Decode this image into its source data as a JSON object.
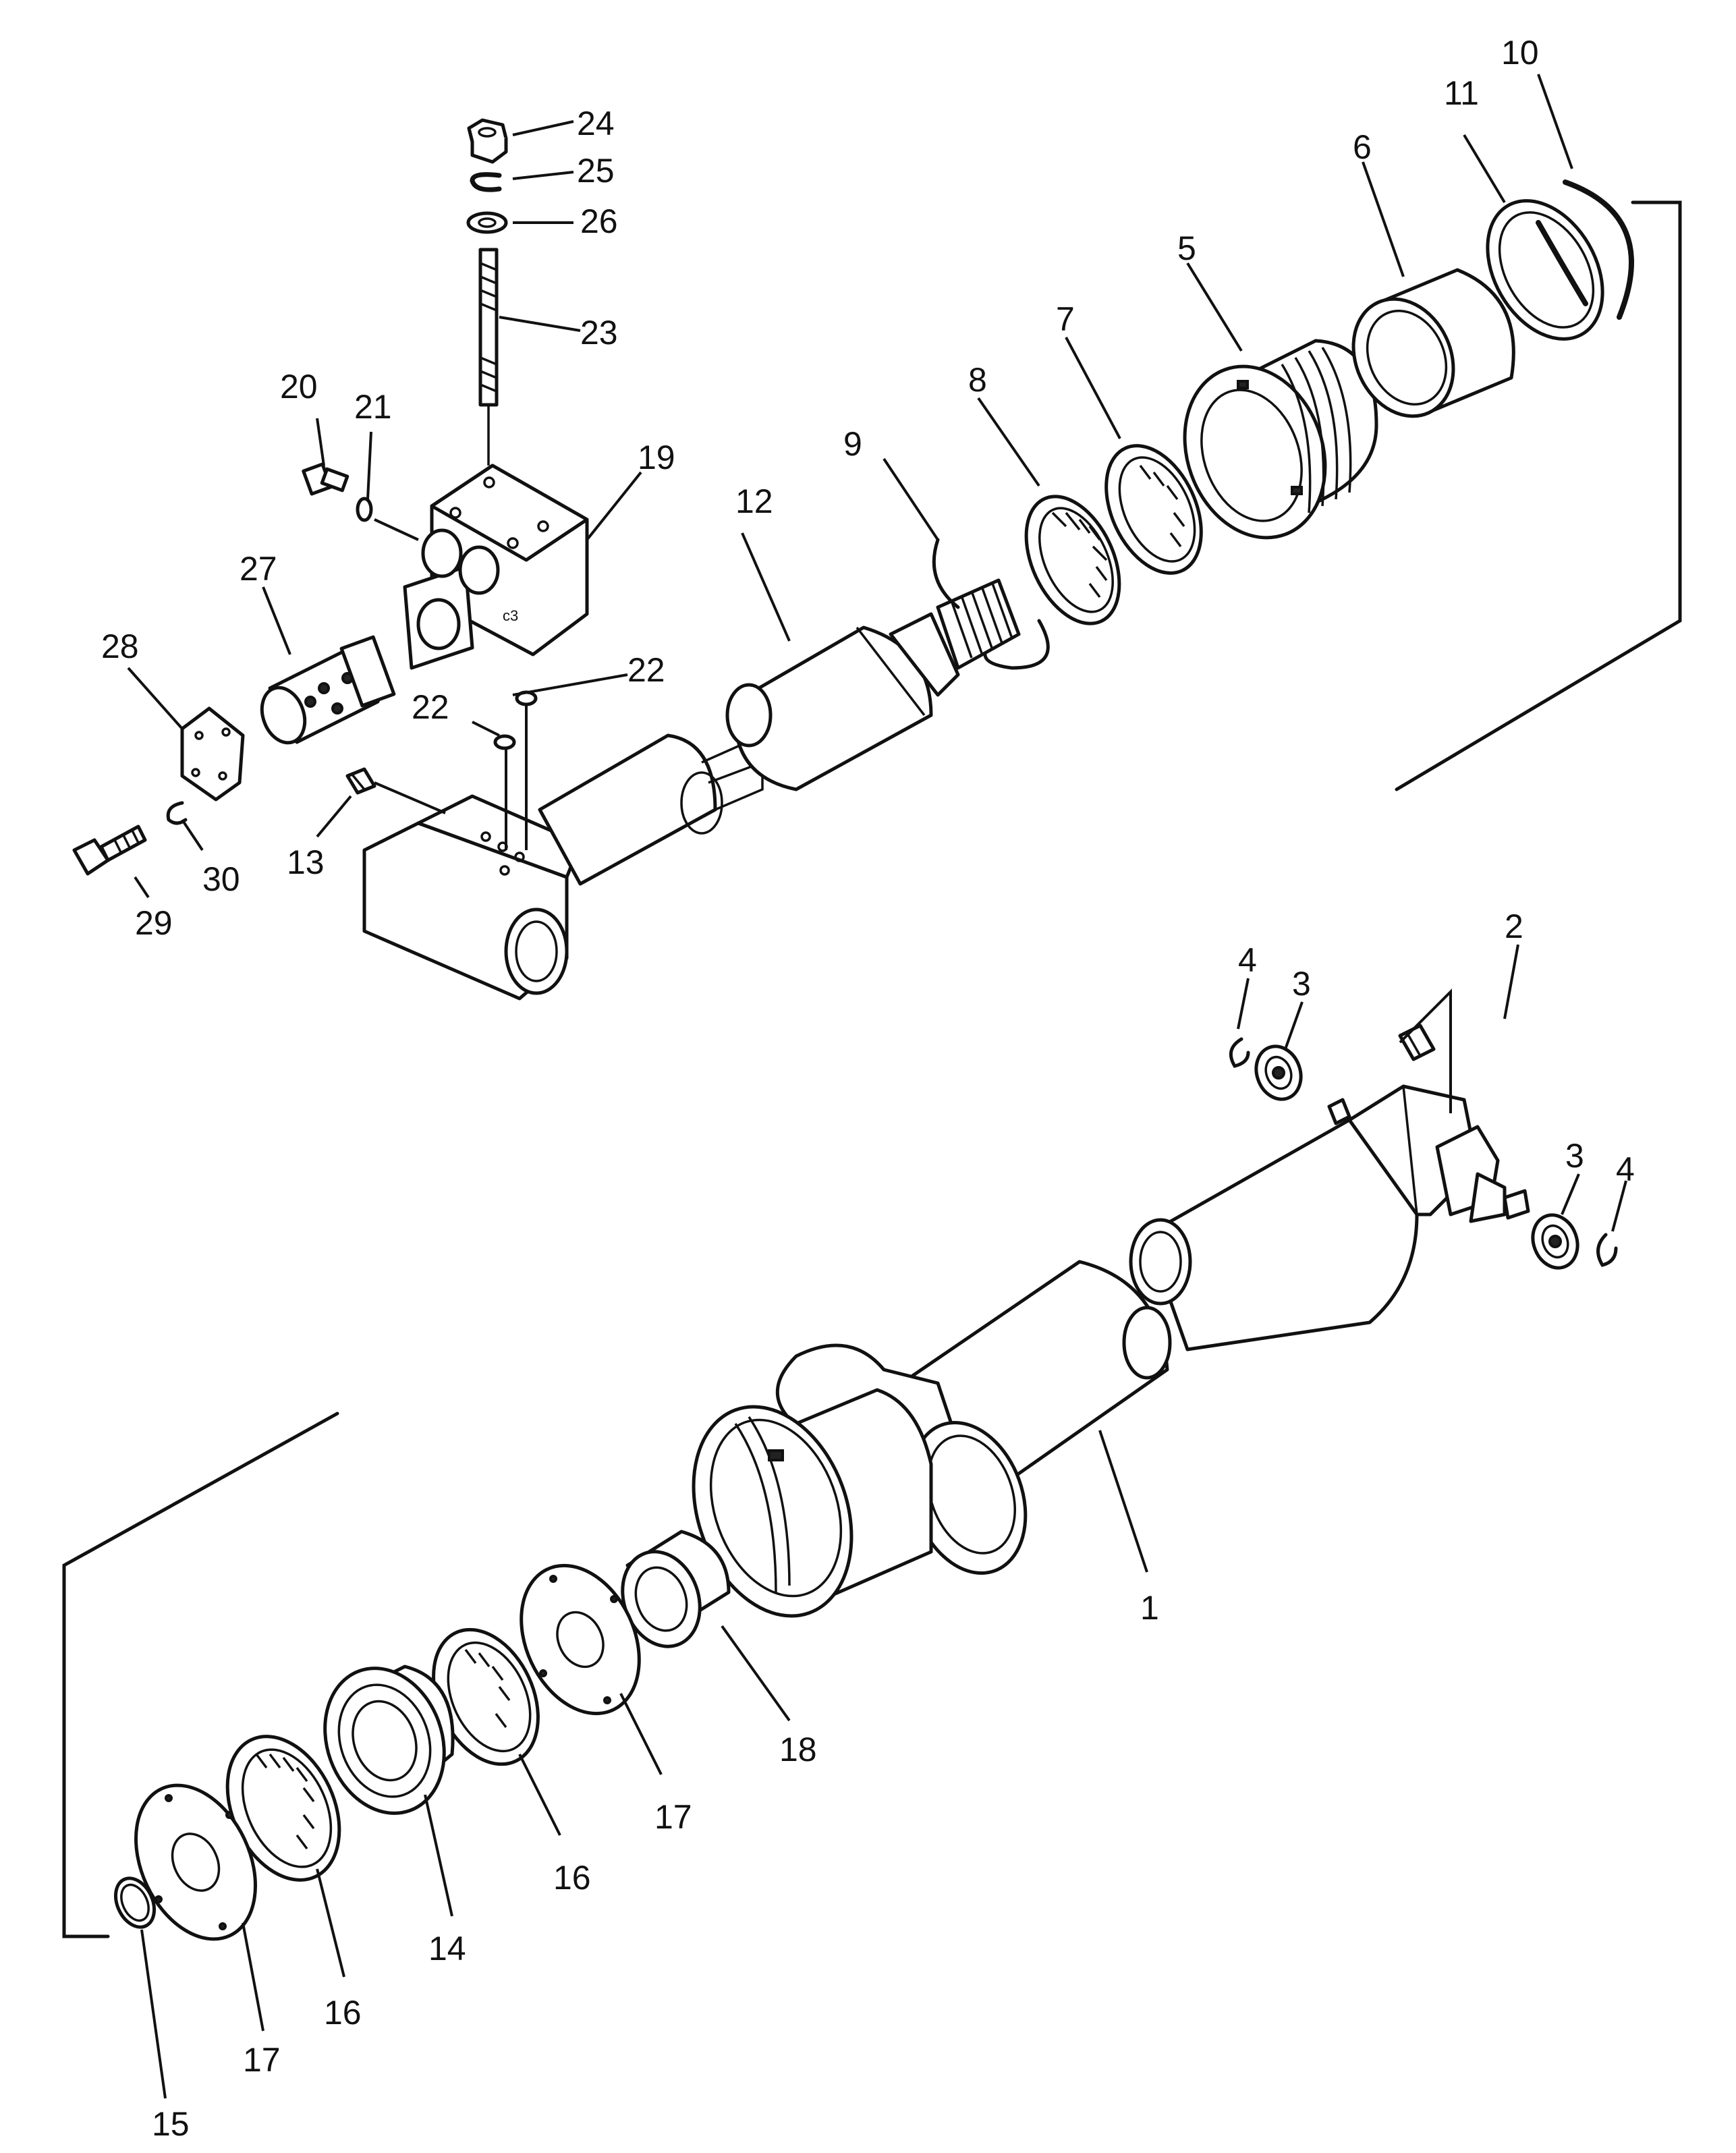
{
  "diagram": {
    "type": "exploded-parts-view",
    "callouts": [
      "1",
      "2",
      "3",
      "4",
      "5",
      "6",
      "7",
      "8",
      "9",
      "10",
      "11",
      "12",
      "13",
      "14",
      "15",
      "16",
      "17",
      "18",
      "19",
      "20",
      "21",
      "22",
      "23",
      "24",
      "25",
      "26",
      "27",
      "28",
      "29",
      "30"
    ]
  }
}
